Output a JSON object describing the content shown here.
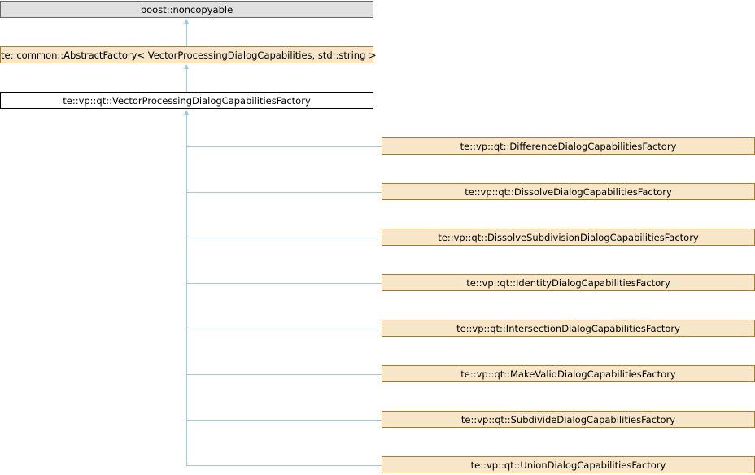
{
  "diagram": {
    "root": "boost::noncopyable",
    "abstract_factory": "te::common::AbstractFactory< VectorProcessingDialogCapabilities, std::string >",
    "current_class": "te::vp::qt::VectorProcessingDialogCapabilitiesFactory",
    "derived_classes": [
      "te::vp::qt::DifferenceDialogCapabilitiesFactory",
      "te::vp::qt::DissolveDialogCapabilitiesFactory",
      "te::vp::qt::DissolveSubdivisionDialogCapabilitiesFactory",
      "te::vp::qt::IdentityDialogCapabilitiesFactory",
      "te::vp::qt::IntersectionDialogCapabilitiesFactory",
      "te::vp::qt::MakeValidDialogCapabilitiesFactory",
      "te::vp::qt::SubdivideDialogCapabilitiesFactory",
      "te::vp::qt::UnionDialogCapabilitiesFactory"
    ]
  }
}
